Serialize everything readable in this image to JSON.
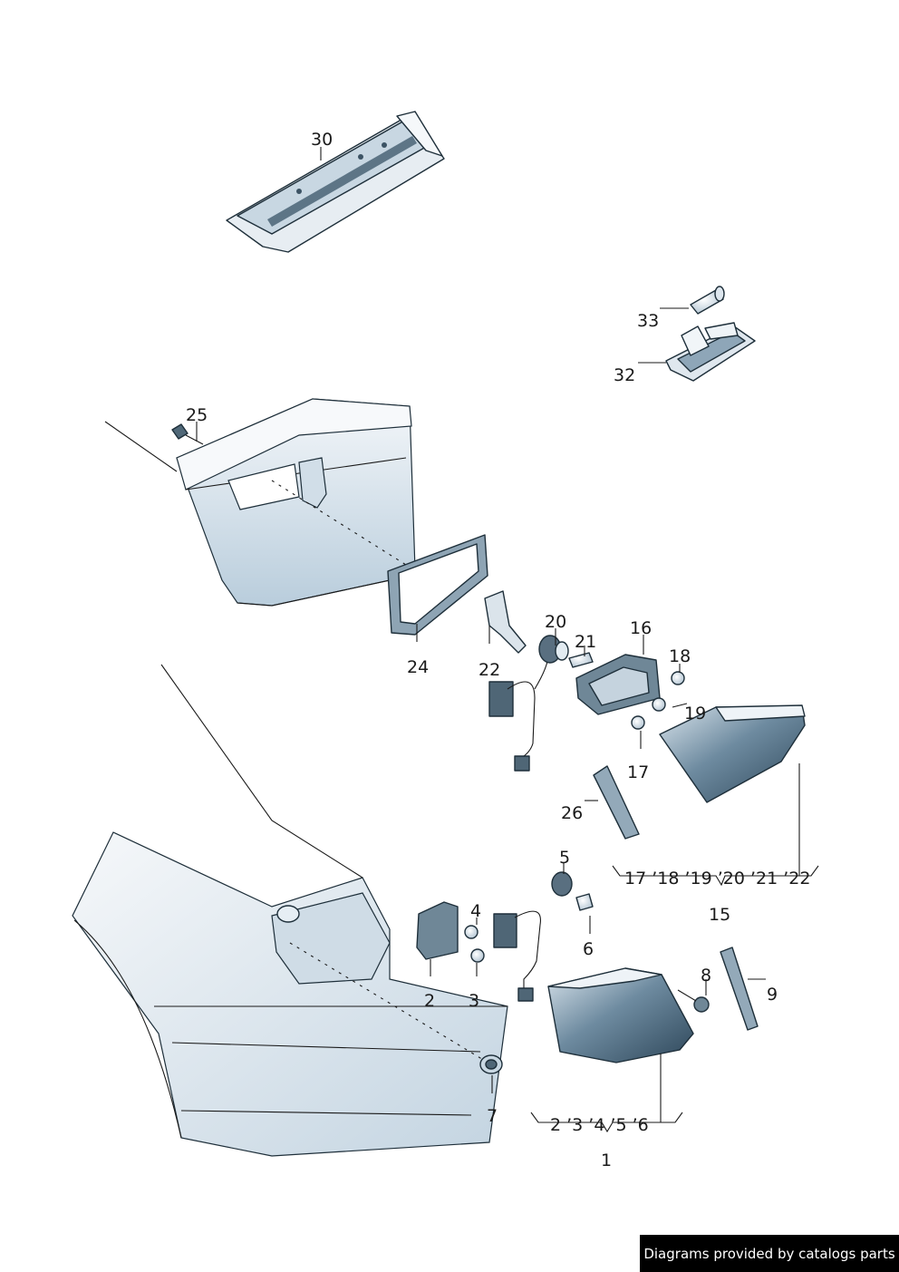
{
  "labels": {
    "p30": "30",
    "p33": "33",
    "p32": "32",
    "p25": "25",
    "p24": "24",
    "p20": "20",
    "p21": "21",
    "p22": "22",
    "p16": "16",
    "p18": "18",
    "p19": "19",
    "p17": "17",
    "p26": "26",
    "p15": "15",
    "p5": "5",
    "p4": "4",
    "p6": "6",
    "p2": "2",
    "p3": "3",
    "p8": "8",
    "p9": "9",
    "p7": "7",
    "p1": "1"
  },
  "groups": {
    "group15": "17 ’18 ’19 ’20  ’21 ’22",
    "group1": "2 ’3 ’4 ’5 ’6"
  },
  "credit": "Diagrams provided by catalogs parts",
  "colors": {
    "line": "#1e2f3a",
    "panel_light": "#eef2f6",
    "panel_shade": "#b4c8d8",
    "lamp_dark": "#3a5468",
    "credit_bg": "#000000"
  }
}
